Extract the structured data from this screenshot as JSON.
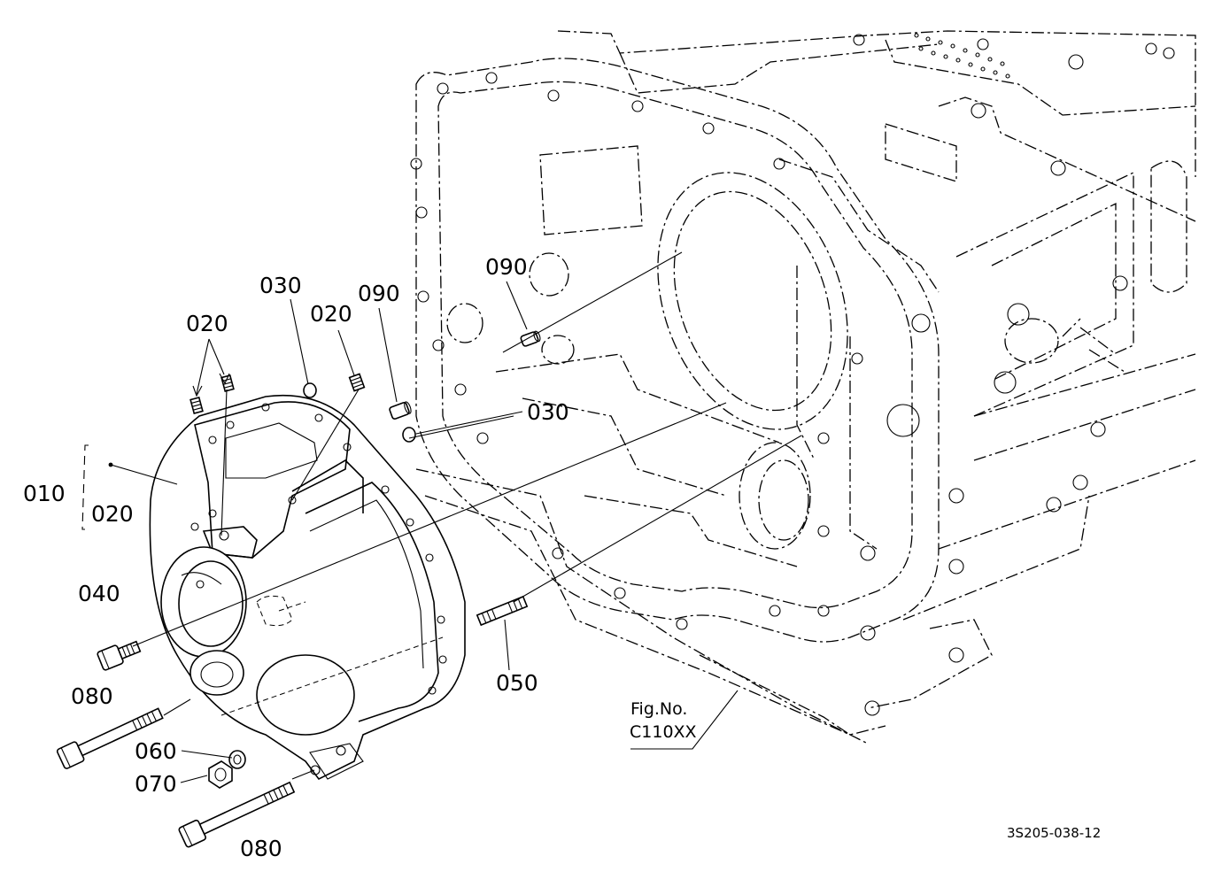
{
  "diagram": {
    "parts": [
      {
        "id": "p010",
        "label": "010"
      },
      {
        "id": "p020a",
        "label": "020"
      },
      {
        "id": "p020b",
        "label": "020"
      },
      {
        "id": "p020c",
        "label": "020"
      },
      {
        "id": "p030a",
        "label": "030"
      },
      {
        "id": "p030b",
        "label": "030"
      },
      {
        "id": "p040",
        "label": "040"
      },
      {
        "id": "p050",
        "label": "050"
      },
      {
        "id": "p060",
        "label": "060"
      },
      {
        "id": "p070",
        "label": "070"
      },
      {
        "id": "p080a",
        "label": "080"
      },
      {
        "id": "p080b",
        "label": "080"
      },
      {
        "id": "p090a",
        "label": "090"
      },
      {
        "id": "p090b",
        "label": "090"
      }
    ],
    "figure_ref": {
      "line1": "Fig.No.",
      "line2": "C110XX"
    },
    "drawing_code": "3S205-038-12"
  }
}
